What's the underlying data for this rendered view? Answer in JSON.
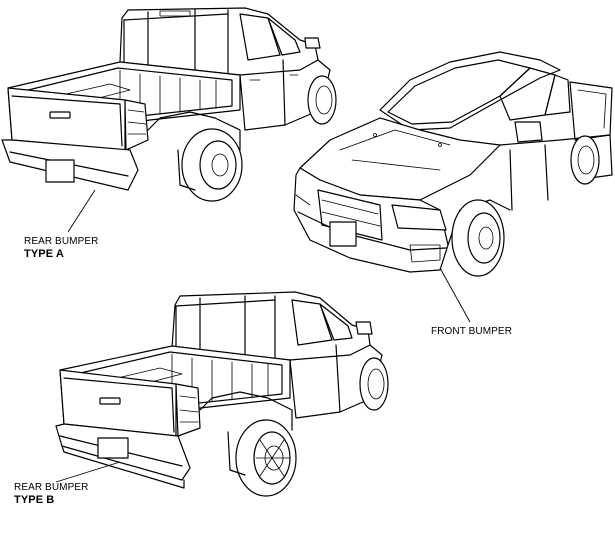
{
  "labels": {
    "rear_a_line1": "REAR BUMPER",
    "rear_a_line2": "TYPE A",
    "front": "FRONT BUMPER",
    "rear_b_line1": "REAR BUMPER",
    "rear_b_line2": "TYPE B"
  }
}
